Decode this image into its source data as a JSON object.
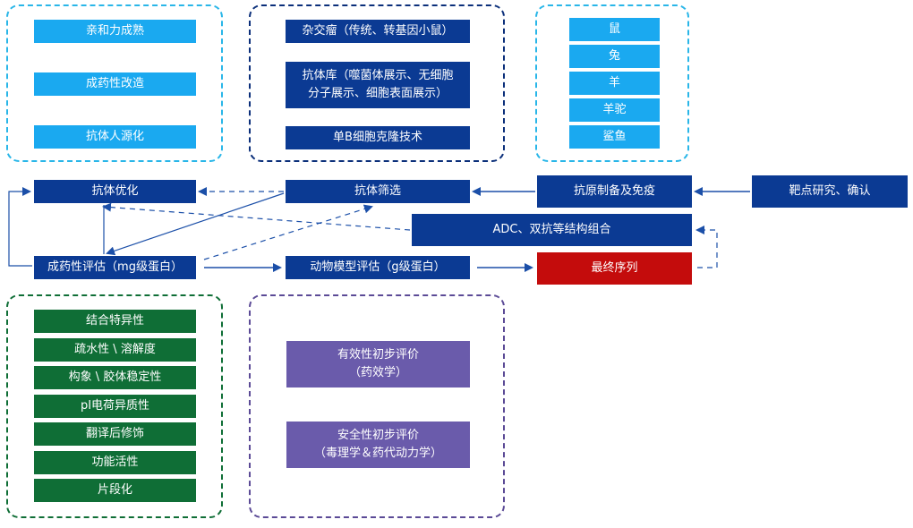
{
  "affinity": {
    "items": [
      "亲和力成熟",
      "成药性改造",
      "抗体人源化"
    ]
  },
  "sources": {
    "hybridoma": "杂交瘤（传统、转基因小鼠）",
    "library_line1": "抗体库（噬菌体展示、无细胞",
    "library_line2": "分子展示、细胞表面展示）",
    "single_b": "单B细胞克隆技术"
  },
  "species": {
    "items": [
      "鼠",
      "兔",
      "羊",
      "羊驼",
      "鲨鱼"
    ]
  },
  "flow": {
    "optimize": "抗体优化",
    "screening": "抗体筛选",
    "antigen": "抗原制备及免疫",
    "target": "靶点研究、确认",
    "adc": "ADC、双抗等结构组合",
    "druggability_mg": "成药性评估（mg级蛋白）",
    "animal_model": "动物模型评估（g级蛋白）",
    "final": "最终序列"
  },
  "druggability": {
    "items": [
      "结合特异性",
      "疏水性 \\ 溶解度",
      "构象 \\ 胶体稳定性",
      "pI电荷异质性",
      "翻译后修饰",
      "功能活性",
      "片段化"
    ]
  },
  "preliminary": {
    "efficacy_line1": "有效性初步评价",
    "efficacy_line2": "（药效学）",
    "safety_line1": "安全性初步评价",
    "safety_line2": "（毒理学＆药代动力学）"
  },
  "colors": {
    "light_blue": "#1aa9f0",
    "navy": "#0b3a93",
    "green": "#0f6e36",
    "purple": "#6a5bab",
    "red": "#c40c0c"
  }
}
